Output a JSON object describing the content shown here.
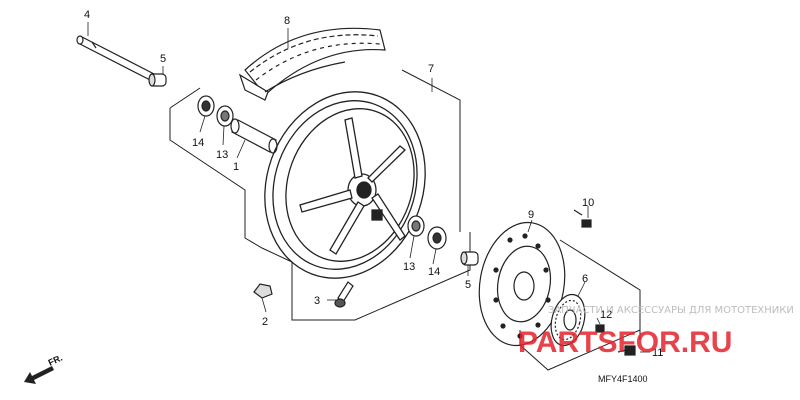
{
  "parts": {
    "p1": "1",
    "p2": "2",
    "p3": "3",
    "p4": "4",
    "p5a": "5",
    "p5b": "5",
    "p6": "6",
    "p7": "7",
    "p8": "8",
    "p9": "9",
    "p10": "10",
    "p11": "11",
    "p12": "12",
    "p13a": "13",
    "p13b": "13",
    "p14a": "14",
    "p14b": "14"
  },
  "direction_label": "FR.",
  "diagram_code": "MFY4F1400",
  "watermark": {
    "text": "ЗАПЧАСТИ И АКСЕССУАРЫ ДЛЯ МОТОТЕХНИКИ",
    "logo": "PARTSFOR.RU",
    "logo_color": "#e4222b"
  },
  "icons": [
    "axle",
    "spacer",
    "tire",
    "wheel",
    "bearing",
    "dust-seal",
    "valve",
    "balance-weight",
    "brake-disc",
    "pulser-ring",
    "bolt",
    "fr-arrow"
  ]
}
